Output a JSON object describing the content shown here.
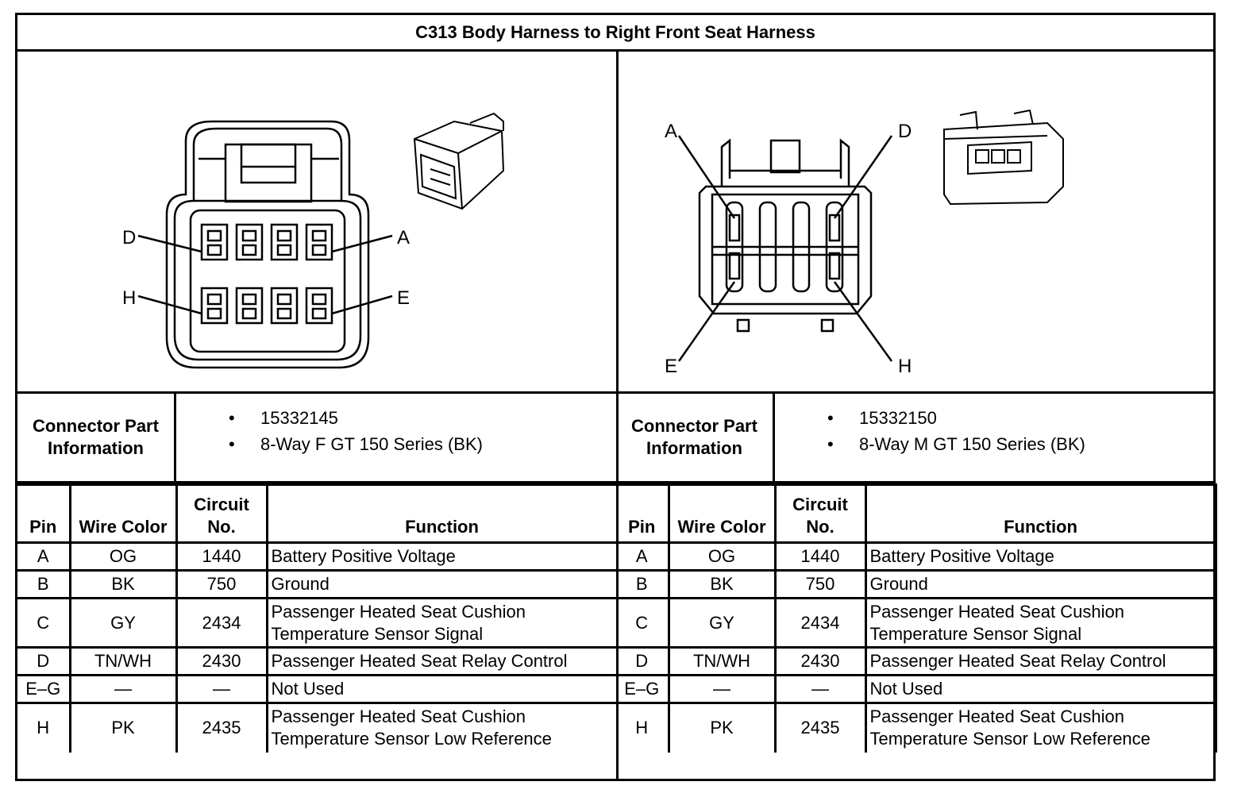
{
  "title": "C313 Body Harness to Right Front Seat Harness",
  "connectors": [
    {
      "side": "left",
      "diagram_labels": {
        "D": "D",
        "A": "A",
        "H": "H",
        "E": "E"
      },
      "info_label": "Connector Part Information",
      "part_info": [
        "15332145",
        "8-Way F GT 150 Series (BK)"
      ],
      "headers": {
        "pin": "Pin",
        "wire_color": "Wire Color",
        "circuit": "Circuit No.",
        "function": "Function"
      },
      "rows": [
        {
          "pin": "A",
          "wire": "OG",
          "circuit": "1440",
          "function": "Battery Positive Voltage"
        },
        {
          "pin": "B",
          "wire": "BK",
          "circuit": "750",
          "function": "Ground"
        },
        {
          "pin": "C",
          "wire": "GY",
          "circuit": "2434",
          "function": "Passenger Heated Seat Cushion Temperature Sensor Signal"
        },
        {
          "pin": "D",
          "wire": "TN/WH",
          "circuit": "2430",
          "function": "Passenger Heated Seat Relay Control"
        },
        {
          "pin": "E–G",
          "wire": "—",
          "circuit": "—",
          "function": "Not Used"
        },
        {
          "pin": "H",
          "wire": "PK",
          "circuit": "2435",
          "function": "Passenger Heated Seat Cushion Temperature Sensor Low Reference"
        }
      ]
    },
    {
      "side": "right",
      "diagram_labels": {
        "A": "A",
        "D": "D",
        "E": "E",
        "H": "H"
      },
      "info_label": "Connector Part Information",
      "part_info": [
        "15332150",
        "8-Way M GT 150 Series (BK)"
      ],
      "headers": {
        "pin": "Pin",
        "wire_color": "Wire Color",
        "circuit": "Circuit No.",
        "function": "Function"
      },
      "rows": [
        {
          "pin": "A",
          "wire": "OG",
          "circuit": "1440",
          "function": "Battery Positive Voltage"
        },
        {
          "pin": "B",
          "wire": "BK",
          "circuit": "750",
          "function": "Ground"
        },
        {
          "pin": "C",
          "wire": "GY",
          "circuit": "2434",
          "function": "Passenger Heated Seat Cushion Temperature Sensor Signal"
        },
        {
          "pin": "D",
          "wire": "TN/WH",
          "circuit": "2430",
          "function": "Passenger Heated Seat Relay Control"
        },
        {
          "pin": "E–G",
          "wire": "—",
          "circuit": "—",
          "function": "Not Used"
        },
        {
          "pin": "H",
          "wire": "PK",
          "circuit": "2435",
          "function": "Passenger Heated Seat Cushion Temperature Sensor Low Reference"
        }
      ]
    }
  ]
}
